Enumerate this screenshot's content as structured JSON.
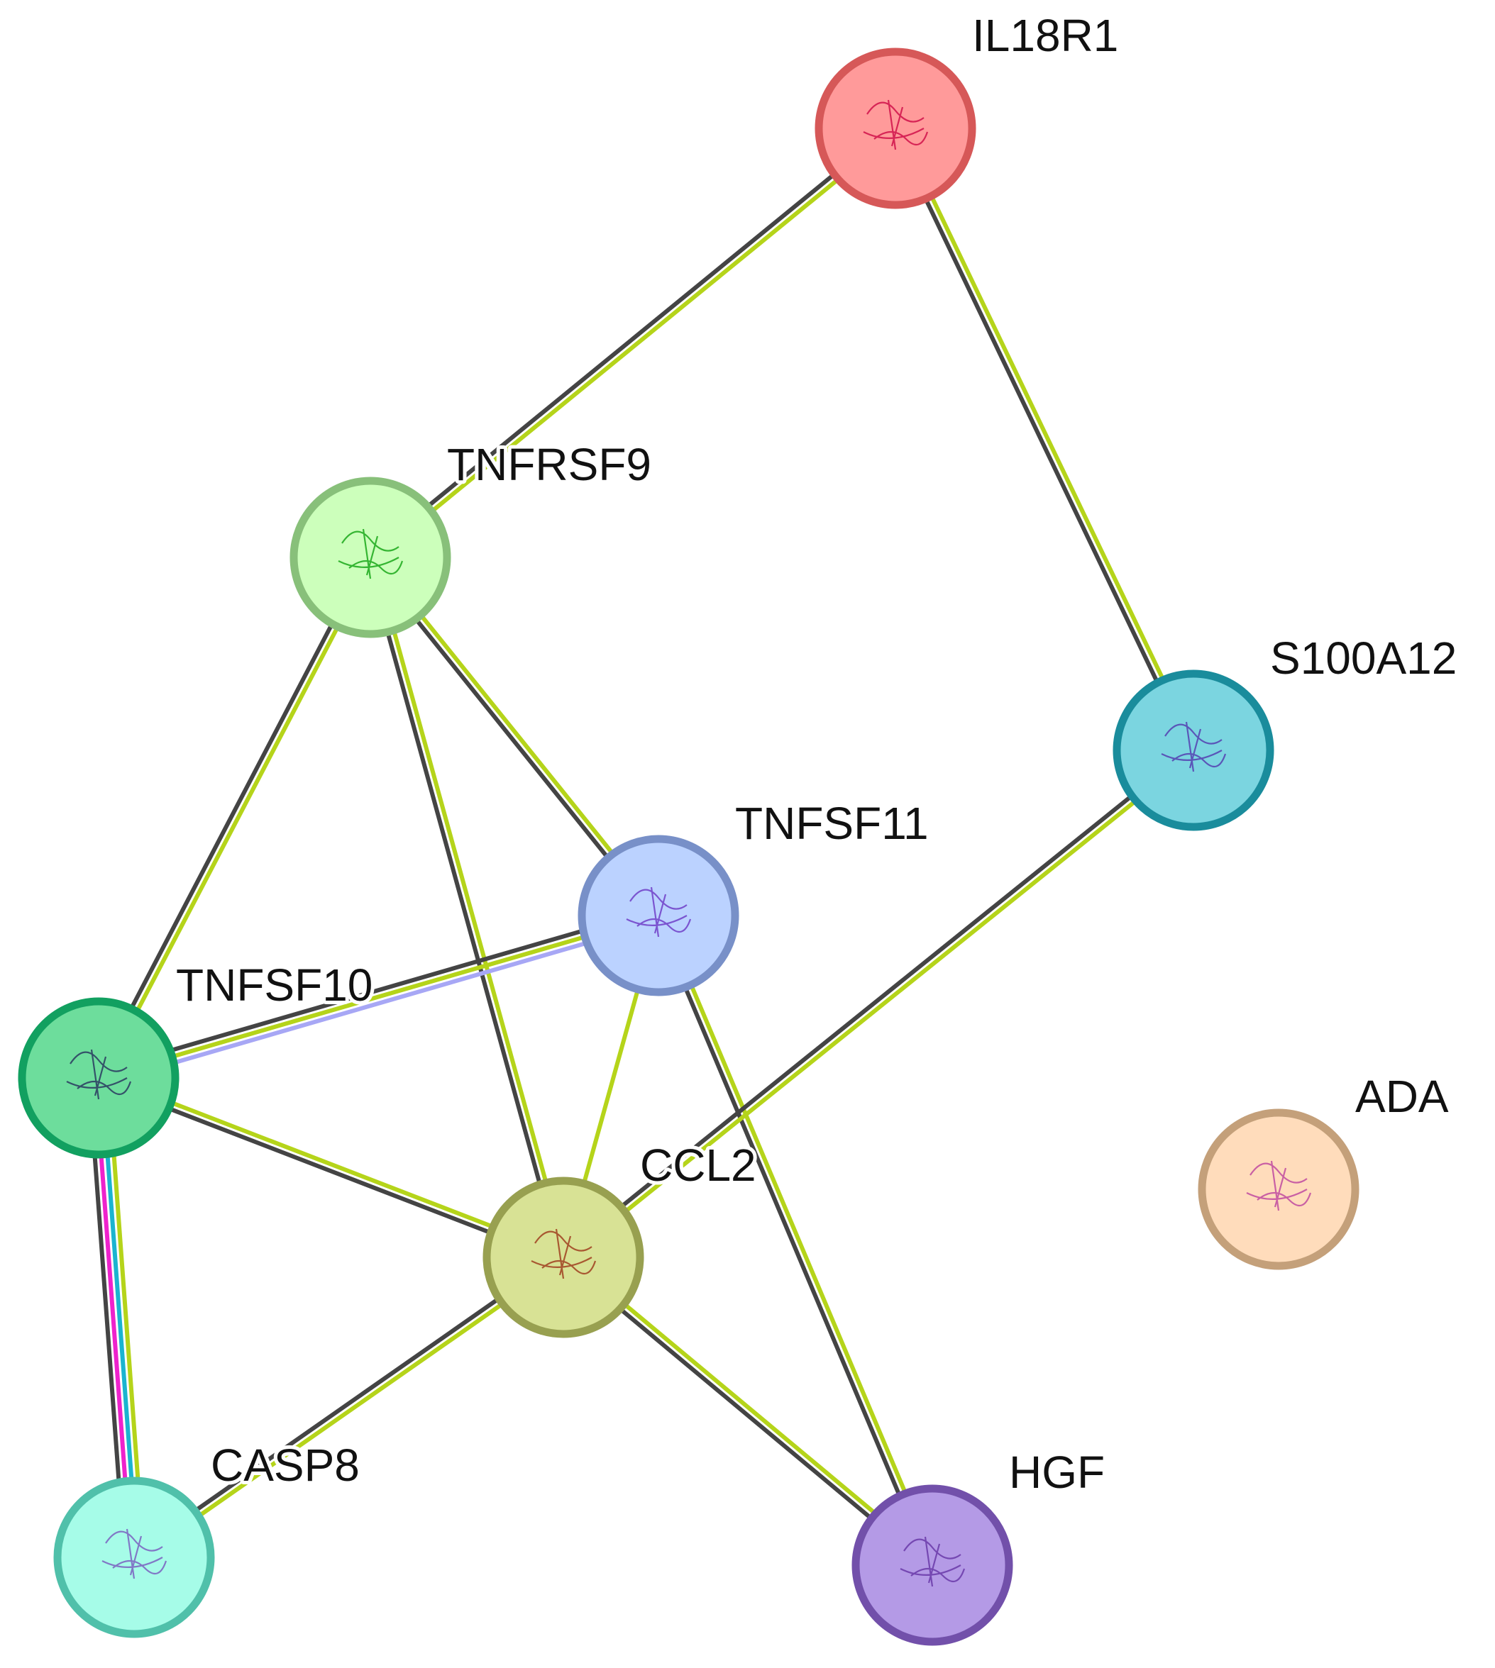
{
  "nodes": [
    {
      "id": "IL18R1",
      "label": "IL18R1",
      "fill": "#ff9a9a",
      "border": "#d65858",
      "glyph": "#d0104a"
    },
    {
      "id": "TNFRSF9",
      "label": "TNFRSF9",
      "fill": "#ccffbb",
      "border": "#88c07a",
      "glyph": "#1aa81a"
    },
    {
      "id": "S100A12",
      "label": "S100A12",
      "fill": "#7bd5e0",
      "border": "#1a8c9c",
      "glyph": "#5540b0"
    },
    {
      "id": "TNFSF11",
      "label": "TNFSF11",
      "fill": "#bbd2ff",
      "border": "#7890c8",
      "glyph": "#7040c8"
    },
    {
      "id": "TNFSF10",
      "label": "TNFSF10",
      "fill": "#6ddd9c",
      "border": "#12a060",
      "glyph": "#2a3a60"
    },
    {
      "id": "ADA",
      "label": "ADA",
      "fill": "#ffdcbb",
      "border": "#c4a07a",
      "glyph": "#c04aa0"
    },
    {
      "id": "CCL2",
      "label": "CCL2",
      "fill": "#d8e295",
      "border": "#98a050",
      "glyph": "#a04020"
    },
    {
      "id": "CASP8",
      "label": "CASP8",
      "fill": "#a6fce8",
      "border": "#50c0aa",
      "glyph": "#7a60c0"
    },
    {
      "id": "HGF",
      "label": "HGF",
      "fill": "#b49ae6",
      "border": "#7250aa",
      "glyph": "#6a3aa8"
    }
  ],
  "edges": [
    {
      "source": "IL18R1",
      "target": "TNFRSF9",
      "evidence": [
        "textmining",
        "coexpression"
      ]
    },
    {
      "source": "IL18R1",
      "target": "S100A12",
      "evidence": [
        "textmining",
        "coexpression"
      ]
    },
    {
      "source": "TNFRSF9",
      "target": "TNFSF10",
      "evidence": [
        "textmining",
        "coexpression"
      ]
    },
    {
      "source": "TNFRSF9",
      "target": "CCL2",
      "evidence": [
        "textmining",
        "coexpression"
      ]
    },
    {
      "source": "TNFRSF9",
      "target": "TNFSF11",
      "evidence": [
        "textmining",
        "coexpression"
      ]
    },
    {
      "source": "TNFSF11",
      "target": "TNFSF10",
      "evidence": [
        "homology",
        "textmining",
        "coexpression"
      ]
    },
    {
      "source": "TNFSF11",
      "target": "CCL2",
      "evidence": [
        "textmining"
      ]
    },
    {
      "source": "TNFSF11",
      "target": "HGF",
      "evidence": [
        "textmining",
        "coexpression"
      ]
    },
    {
      "source": "S100A12",
      "target": "CCL2",
      "evidence": [
        "textmining",
        "coexpression"
      ]
    },
    {
      "source": "TNFSF10",
      "target": "CCL2",
      "evidence": [
        "textmining",
        "coexpression"
      ]
    },
    {
      "source": "TNFSF10",
      "target": "CASP8",
      "evidence": [
        "textmining",
        "database",
        "experiments",
        "coexpression"
      ]
    },
    {
      "source": "CCL2",
      "target": "CASP8",
      "evidence": [
        "textmining",
        "coexpression"
      ]
    },
    {
      "source": "CCL2",
      "target": "HGF",
      "evidence": [
        "textmining",
        "coexpression"
      ]
    }
  ],
  "evidence_colors": {
    "textmining": "#b5d41a",
    "coexpression": "#444444",
    "homology": "#a7a7f5",
    "database": "#1ab4d0",
    "experiments": "#ee22cc"
  }
}
